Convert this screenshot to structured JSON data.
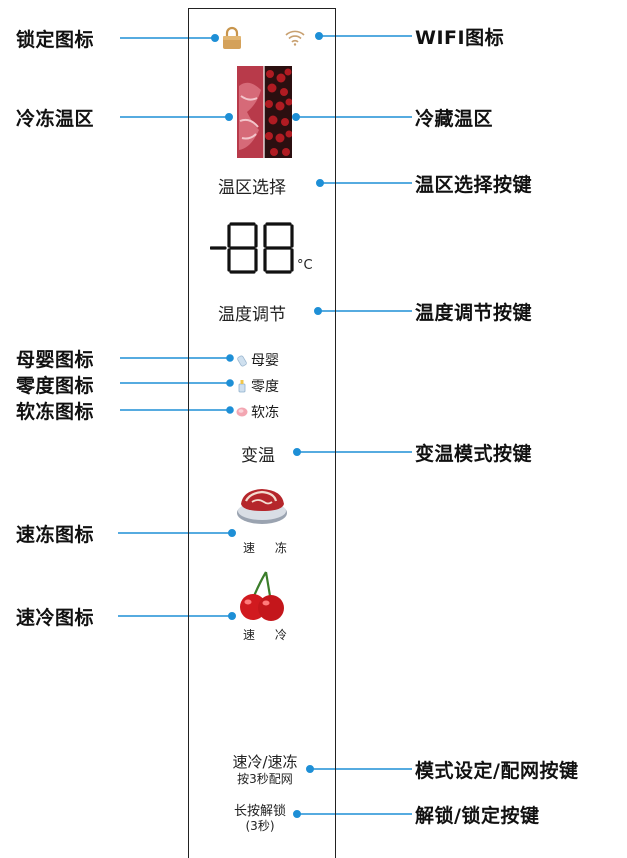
{
  "labels_left": {
    "lock_icon": "锁定图标",
    "freeze_zone": "冷冻温区",
    "maternal_icon": "母婴图标",
    "zero_icon": "零度图标",
    "soft_freeze_icon": "软冻图标",
    "quick_freeze_icon": "速冻图标",
    "quick_cool_icon": "速冷图标"
  },
  "labels_right": {
    "wifi_icon": "WIFI图标",
    "fridge_zone": "冷藏温区",
    "zone_select_key": "温区选择按键",
    "temp_adjust_key": "温度调节按键",
    "variable_mode_key": "变温模式按键",
    "mode_set_key": "模式设定/配网按键",
    "unlock_key": "解锁/锁定按键"
  },
  "panel": {
    "zone_select": "温区选择",
    "display_digits": "-88",
    "unit": "°C",
    "temp_adjust": "温度调节",
    "maternal": "母婴",
    "zero": "零度",
    "soft_freeze": "软冻",
    "variable": "变温",
    "quick_freeze": "速 冻",
    "quick_cool": "速 冷",
    "mode_main": "速冷/速冻",
    "mode_sub": "按3秒配网",
    "unlock_main": "长按解锁",
    "unlock_sub": "(3秒)"
  },
  "colors": {
    "line": "#1e8fd6",
    "lock": "#d4a15a",
    "meat": "#c0392b"
  }
}
